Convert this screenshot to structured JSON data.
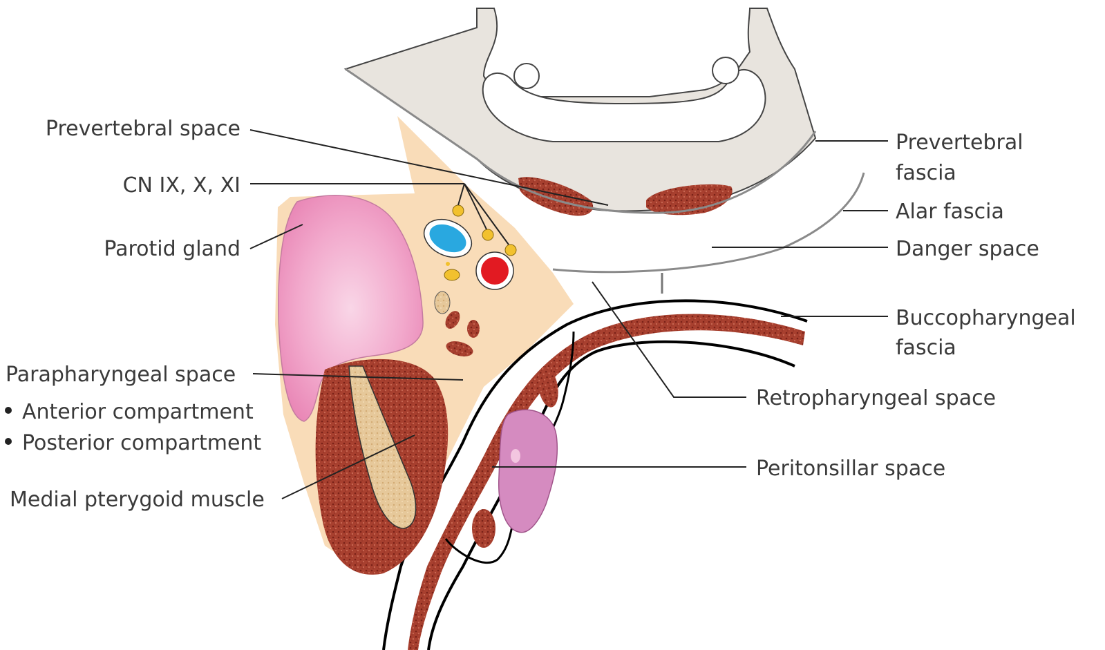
{
  "labels": {
    "prevertebral_space": "Prevertebral space",
    "cn": "CN IX, X, XI",
    "parotid": "Parotid gland",
    "parapharyngeal": "Parapharyngeal space",
    "anterior": "Anterior compartment",
    "posterior": "Posterior compartment",
    "medial_pterygoid": "Medial pterygoid muscle",
    "prevertebral_fascia_1": "Prevertebral",
    "prevertebral_fascia_2": "fascia",
    "alar_fascia": "Alar fascia",
    "danger_space": "Danger space",
    "buccopharyngeal_1": "Buccopharyngeal",
    "buccopharyngeal_2": "fascia",
    "retropharyngeal": "Retropharyngeal space",
    "peritonsillar": "Peritonsillar space"
  },
  "colors": {
    "fat": "#f9dcb8",
    "bone": "#e8e4de",
    "muscle": "#a8402f",
    "parotid": "#ef9fc6",
    "tonsil": "#d58bc0",
    "vein": "#29a8e0",
    "artery": "#e21a22",
    "nerve": "#f2c12e"
  }
}
